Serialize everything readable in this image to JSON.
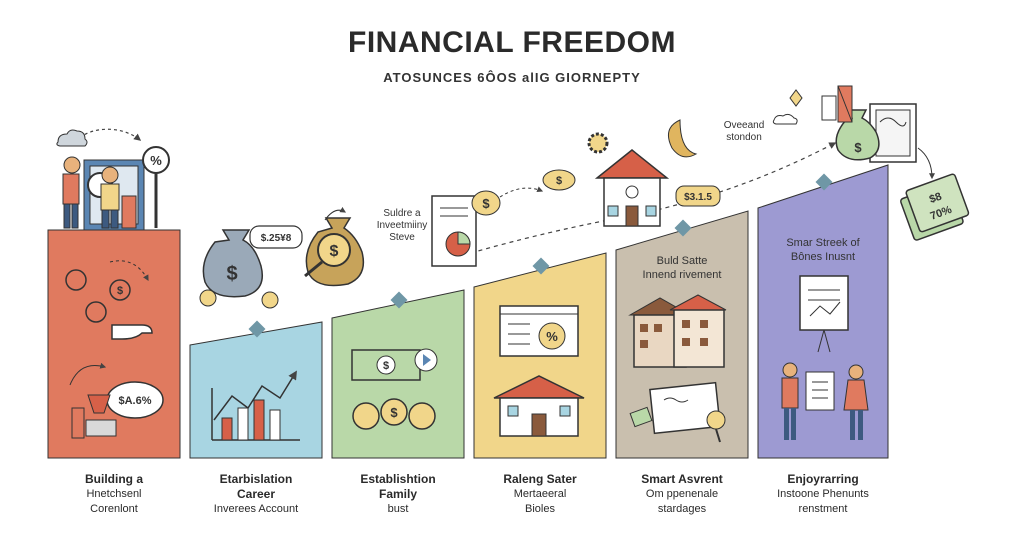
{
  "title": "FINANCIAL FREEDOM",
  "subtitle": "ATOSUNCES 6ÔOS alIG GIORNEPTY",
  "stages": [
    {
      "name": "Building a",
      "line2": "Hnetchsenl",
      "line3": "Corenlont",
      "color": "#e07a5f"
    },
    {
      "name": "Etarbislation",
      "line2": "Career",
      "line3": "Inverees Account",
      "color": "#a8d5e2"
    },
    {
      "name": "Establishtion",
      "line2": "Family",
      "line3": "bust",
      "color": "#b9d8a8"
    },
    {
      "name": "Raleng Sater",
      "line2": "Mertaeeral",
      "line3": "Bioles",
      "color": "#f1d68a"
    },
    {
      "name": "Smart Asvrent",
      "line2": "Om ppenenale",
      "line3": "stardages",
      "color": "#c9bfae"
    },
    {
      "name": "Enjoyrarring",
      "line2": "Instoone Phenunts",
      "line3": "renstment",
      "color": "#9d9ad2"
    }
  ],
  "column_headers": {
    "stage5": [
      "Buld Satte",
      "Innend rivement"
    ],
    "stage6": [
      "Smar Streek of",
      "Bônes Inusnt"
    ]
  },
  "floating_labels": {
    "investing": [
      "Suldre a",
      "Inveetmiiny",
      "Steve"
    ],
    "goal": [
      "Oveeand",
      "stondon"
    ]
  },
  "icon_texts": {
    "pct_sign": "%",
    "bubble_stage1": "$A.6%",
    "bubble_bag": "$.25¥8",
    "bubble_house": "$3.1.5",
    "tag": "$8",
    "tag_pct": "70%",
    "browser_pct": "%",
    "dollar": "$"
  }
}
